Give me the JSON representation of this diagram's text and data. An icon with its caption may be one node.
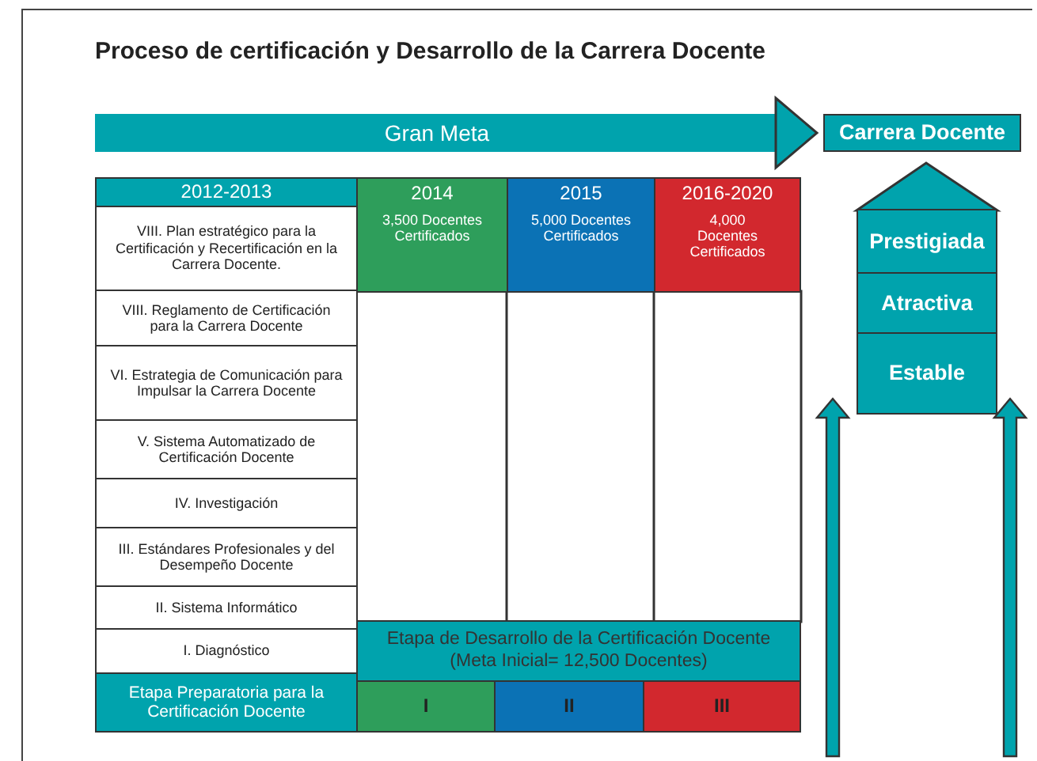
{
  "diagram": {
    "title": "Proceso de certificación y Desarrollo de la Carrera Docente",
    "nodes": [
      {
        "text": [
          "2012-2013"
        ]
      },
      {
        "text": [
          "2014",
          "3,500 Docentes Certificados"
        ]
      },
      {
        "text": [
          "2015",
          "5,000 Docentes Certificados"
        ]
      },
      {
        "text": [
          "2016-2020",
          "4,000 Docentes Certificados"
        ]
      },
      {
        "text": [
          "VIII. Plan estratégico para la Certificación y Recertificación en la Carrera Docente."
        ]
      },
      {
        "text": [
          "VIII. Reglamento de Certificación para la Carrera Docente"
        ]
      },
      {
        "text": [
          "VI. Estrategia de Comunicación para Impulsar la Carrera Docente"
        ]
      },
      {
        "text": [
          "V. Sistema Automatizado de Certificación Docente"
        ]
      },
      {
        "text": [
          "IV. Investigación"
        ]
      },
      {
        "text": [
          "III. Estándares Profesionales y del Desempeño Docente"
        ]
      },
      {
        "text": [
          "II. Sistema Informático"
        ]
      },
      {
        "text": [
          "I. Diagnóstico"
        ]
      },
      {
        "text": [
          "Etapa Preparatoria para la Certificación Docente"
        ]
      },
      {
        "text": [
          "Etapa de Desarrollo de la Certificación Docente",
          "(Meta Inicial= 12,500 Docentes)"
        ]
      },
      {
        "text": [
          "I"
        ]
      },
      {
        "text": [
          "II"
        ]
      },
      {
        "text": [
          "III"
        ]
      },
      {
        "text": [
          "Carrera Docente"
        ]
      },
      {
        "text": [
          "Prestigiada"
        ]
      },
      {
        "text": [
          "Atractiva"
        ]
      },
      {
        "text": [
          "Estable"
        ]
      }
    ],
    "edges": [
      {
        "from": null,
        "to": 17,
        "arrow": "to",
        "label": "Gran Meta"
      }
    ]
  }
}
